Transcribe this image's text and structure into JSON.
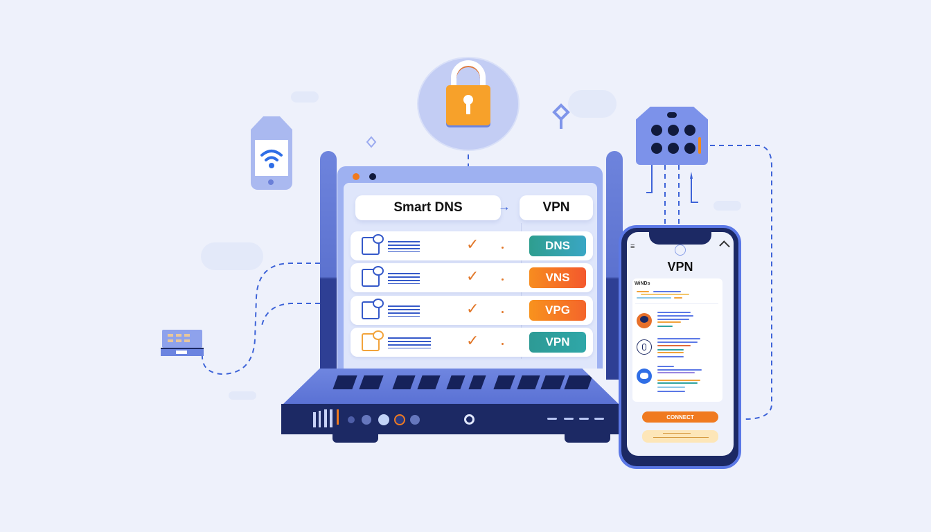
{
  "scene": {
    "description": "Illustration of a router with a monitor comparing Smart DNS and VPN, connected to a phone, lock, server and laptop",
    "background_color": "#eef1fb"
  },
  "monitor": {
    "header_left": "Smart DNS",
    "header_arrow": "→",
    "header_right": "VPN",
    "rows": [
      {
        "check": "✓",
        "badge": "DNS",
        "badge_color": "#2fa3a0",
        "icon_color": "#3559c9"
      },
      {
        "check": "✓",
        "badge": "VNS",
        "badge_color": "#f37a24",
        "icon_color": "#3559c9"
      },
      {
        "check": "✓",
        "badge": "VPG",
        "badge_color": "#f5851f",
        "icon_color": "#3559c9"
      },
      {
        "check": "✓",
        "badge": "VPN",
        "badge_color": "#2e9f9f",
        "icon_color": "#f2a33a"
      }
    ]
  },
  "phone": {
    "menu_icon": "≡",
    "title": "VPN",
    "card_heading": "WiNDs",
    "primary_button": "CONNECT",
    "secondary_button": ""
  },
  "icons": {
    "lock": "padlock-icon",
    "wifi": "wifi-icon",
    "server": "server-icon",
    "laptop": "laptop-icon"
  },
  "colors": {
    "primary_blue": "#5b78e6",
    "dark_navy": "#1c2964",
    "orange": "#f7a12a",
    "teal": "#2fa3a0"
  }
}
